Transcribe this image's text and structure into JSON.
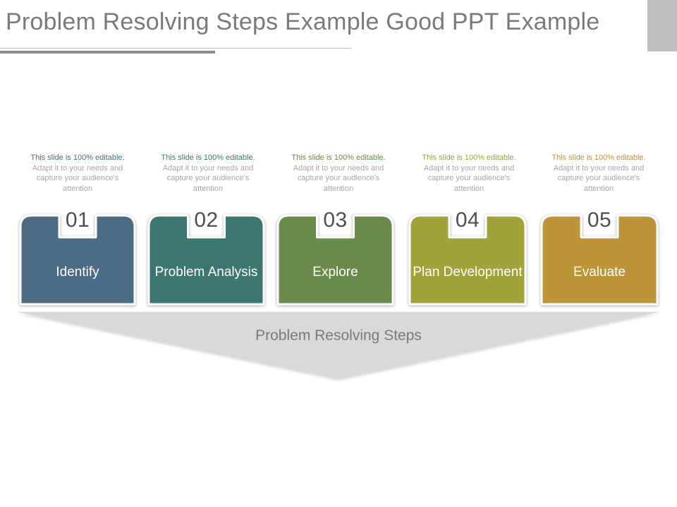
{
  "title": "Problem Resolving Steps Example Good PPT Example",
  "steps": [
    {
      "number": "01",
      "label": "Identify",
      "color": "#4b6c84",
      "caption_lead": "This slide is 100% editable.",
      "caption_rest": "Adapt it to your needs and capture your audience's attention"
    },
    {
      "number": "02",
      "label": "Problem Analysis",
      "color": "#3d7670",
      "caption_lead": "This slide is 100% editable.",
      "caption_rest": "Adapt it to your needs and capture your audience's attention"
    },
    {
      "number": "03",
      "label": "Explore",
      "color": "#688a4b",
      "caption_lead": "This slide is 100% editable.",
      "caption_rest": "Adapt it to your needs and capture your audience's attention"
    },
    {
      "number": "04",
      "label": "Plan Development",
      "color": "#a2a23a",
      "caption_lead": "This slide is 100% editable.",
      "caption_rest": "Adapt it to your needs and capture your audience's attention"
    },
    {
      "number": "05",
      "label": "Evaluate",
      "color": "#bd9437",
      "caption_lead": "This slide is 100% editable.",
      "caption_rest": "Adapt it to your needs and capture your audience's attention"
    }
  ],
  "arrow_label": "Problem Resolving Steps",
  "colors": {
    "arrow_fill": "#d9d9d9",
    "card_border": "#ffffff",
    "title": "#7a7a7a"
  }
}
